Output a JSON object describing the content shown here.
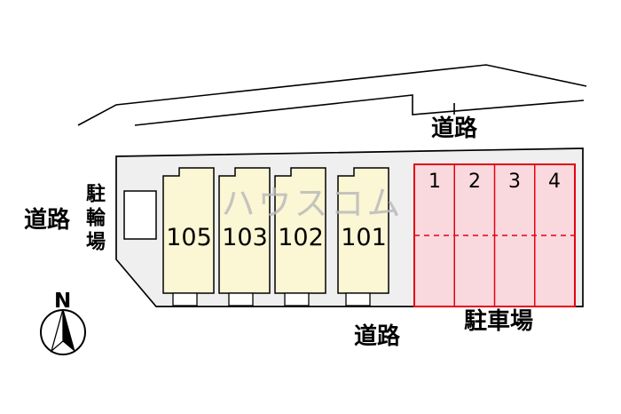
{
  "labels": {
    "road_left": "道路",
    "road_top": "道路",
    "road_bottom": "道路",
    "bicycle_parking": "駐輪場",
    "car_parking": "駐車場",
    "compass_north": "N"
  },
  "watermark": {
    "text": "ハウスコム"
  },
  "site": {
    "units": [
      {
        "label": "105"
      },
      {
        "label": "103"
      },
      {
        "label": "102"
      },
      {
        "label": "101"
      }
    ],
    "parking_spaces": [
      {
        "label": "1"
      },
      {
        "label": "2"
      },
      {
        "label": "3"
      },
      {
        "label": "4"
      }
    ]
  },
  "colors": {
    "site_fill": "#efefef",
    "unit_fill": "#fbf6d3",
    "parking_fill": "#f9d9de",
    "parking_border": "#e60012",
    "outline": "#000000",
    "watermark_gray": "#bababa"
  }
}
